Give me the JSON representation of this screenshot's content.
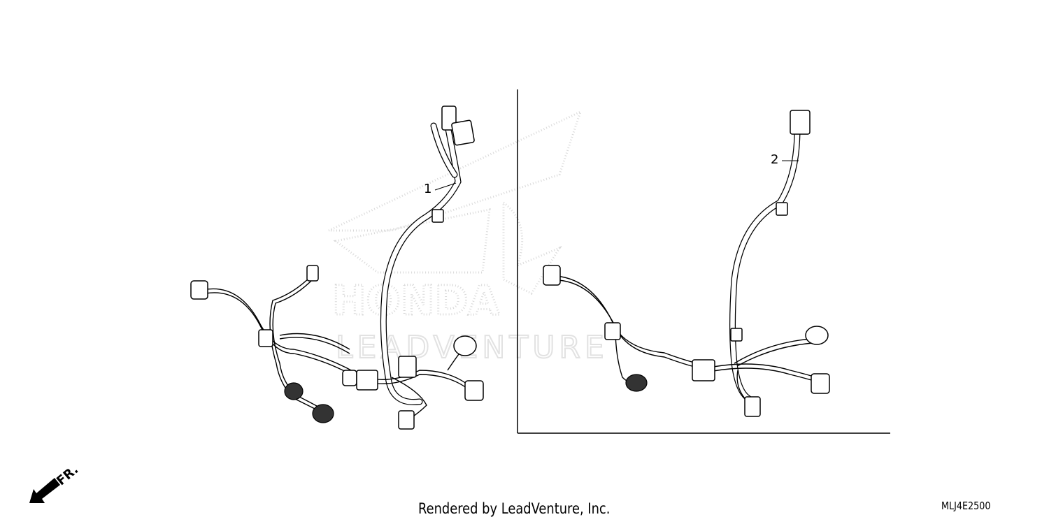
{
  "diagram": {
    "callouts": [
      {
        "number": "1"
      },
      {
        "number": "2"
      }
    ],
    "direction_indicator": {
      "label": "FR.",
      "icon": "arrow-down-left-icon"
    },
    "watermark": {
      "brand": "HONDA",
      "renderer": "LEADVENTURE"
    }
  },
  "footer": {
    "credit": "Rendered by LeadVenture, Inc.",
    "diagram_code": "MLJ4E2500"
  }
}
